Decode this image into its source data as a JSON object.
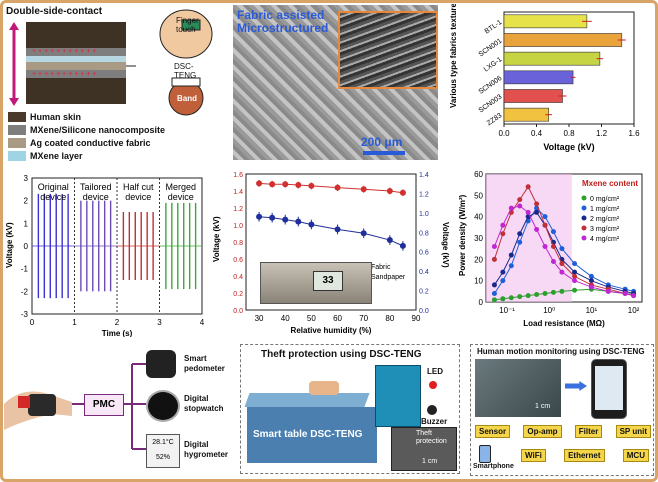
{
  "panel_a": {
    "title": "Double-side-contact",
    "finger_label": "Finger\ntouch",
    "device_label": "DSC-\nTENG",
    "band_label": "Band",
    "legend": [
      "Human skin",
      "MXene/Silicone nanocomposite",
      "Ag coated conductive fabric",
      "MXene layer"
    ],
    "colors": {
      "skin": "#4b3a2c",
      "nanocomposite": "#7e7e7e",
      "fabric": "#a89a84",
      "mxene": "#9fd4e4",
      "arrow": "#c2187a"
    }
  },
  "panel_b": {
    "title": "Fabric assisted\nMicrostructured",
    "scalebar": "200 μm",
    "title_color": "#2a5ad8"
  },
  "chart_c": {
    "type": "bar",
    "categories": [
      "BTL-1",
      "SCN001",
      "LXG-1",
      "SCN006",
      "SCN003",
      "ZZ83"
    ],
    "values": [
      1.02,
      1.45,
      1.18,
      0.85,
      0.72,
      0.55
    ],
    "errors": [
      0.06,
      0.05,
      0.04,
      0.03,
      0.05,
      0.04
    ],
    "colors": [
      "#e6e24a",
      "#e8a43a",
      "#c6d342",
      "#6a62d8",
      "#e25050",
      "#f0c240"
    ],
    "xlabel": "Voltage (kV)",
    "ylabel": "Various type fabrics texture",
    "xticks": [
      "0.0",
      "0.4",
      "0.8",
      "1.2",
      "1.6"
    ],
    "xlim": [
      0,
      1.6
    ]
  },
  "chart_d": {
    "type": "line",
    "ylabel": "Voltage (kV)",
    "xlabel": "Time (s)",
    "xticks": [
      "0",
      "1",
      "2",
      "3",
      "4"
    ],
    "yticks": [
      "3",
      "2",
      "1",
      "0",
      "-1",
      "-2",
      "-3"
    ],
    "ylim": [
      -3,
      3
    ],
    "segments": [
      {
        "name": "Original\ndevice",
        "color": "#3b2fd6",
        "peaks": 6,
        "amplitude": 2.3
      },
      {
        "name": "Tailored\ndevice",
        "color": "#6b4ab8",
        "peaks": 6,
        "amplitude": 2.0
      },
      {
        "name": "Half cut\ndevice",
        "color": "#c03030",
        "peaks": 6,
        "amplitude": 1.5
      },
      {
        "name": "Merged\ndevice",
        "color": "#3aa83a",
        "peaks": 6,
        "amplitude": 1.9
      }
    ]
  },
  "chart_e": {
    "type": "line",
    "xlabel": "Relative humidity (%)",
    "ylabel_left": "Voltage (kV)",
    "ylabel_right": "Voltage (kV)",
    "xticks": [
      "30",
      "40",
      "50",
      "60",
      "70",
      "80",
      "90"
    ],
    "yticks_left": [
      "0.0",
      "0.2",
      "0.4",
      "0.6",
      "0.8",
      "1.0",
      "1.2",
      "1.4",
      "1.6"
    ],
    "yticks_right": [
      "0.0",
      "0.2",
      "0.4",
      "0.6",
      "0.8",
      "1.0",
      "1.2",
      "1.4"
    ],
    "xlim": [
      25,
      90
    ],
    "ylim_left": [
      0,
      1.6
    ],
    "ylim_right": [
      0,
      1.4
    ],
    "x": [
      30,
      35,
      40,
      45,
      50,
      60,
      70,
      80,
      85
    ],
    "series": [
      {
        "name": "Fabric",
        "color": "#d03030",
        "axis": "left",
        "values": [
          1.49,
          1.48,
          1.48,
          1.47,
          1.46,
          1.44,
          1.42,
          1.4,
          1.38
        ],
        "err": 0.04
      },
      {
        "name": "Sandpaper",
        "color": "#1f2f9a",
        "axis": "right",
        "values": [
          0.96,
          0.95,
          0.93,
          0.91,
          0.88,
          0.83,
          0.79,
          0.72,
          0.66
        ],
        "err": 0.05
      }
    ],
    "display": "33"
  },
  "chart_f": {
    "type": "line",
    "xlabel": "Load resistance (MΩ)",
    "ylabel": "Power density (W/m²)",
    "xticks": [
      "10⁻¹",
      "10⁰",
      "10¹",
      "10²"
    ],
    "yticks": [
      "0",
      "10",
      "20",
      "30",
      "40",
      "50",
      "60"
    ],
    "ylim": [
      0,
      60
    ],
    "xlog": [
      -1.5,
      2.2
    ],
    "legend_title": "Mxene content",
    "logx": [
      -1.3,
      -1.1,
      -0.9,
      -0.7,
      -0.5,
      -0.3,
      -0.1,
      0.1,
      0.3,
      0.6,
      1.0,
      1.4,
      1.8,
      2.0
    ],
    "series": [
      {
        "name": "0 mg/cm²",
        "color": "#2ca02c",
        "values": [
          1,
          1.5,
          2,
          2.5,
          3,
          3.5,
          4,
          4.5,
          5,
          5.5,
          6,
          5,
          4,
          3.5
        ]
      },
      {
        "name": "1 mg/cm²",
        "color": "#1f5fd8",
        "values": [
          4,
          10,
          17,
          28,
          38,
          44,
          40,
          33,
          25,
          18,
          12,
          8,
          6,
          5
        ]
      },
      {
        "name": "2 mg/cm²",
        "color": "#1a2a8a",
        "values": [
          8,
          14,
          22,
          32,
          40,
          42,
          36,
          28,
          20,
          14,
          10,
          7,
          5,
          4
        ]
      },
      {
        "name": "3 mg/cm²",
        "color": "#c0303a",
        "values": [
          20,
          32,
          42,
          48,
          54,
          46,
          36,
          26,
          18,
          12,
          8,
          6,
          4,
          3
        ]
      },
      {
        "name": "4 mg/cm²",
        "color": "#c026d3",
        "values": [
          26,
          36,
          44,
          45,
          42,
          34,
          26,
          19,
          14,
          10,
          7,
          5,
          4,
          3
        ]
      }
    ],
    "shade": "#f3c0ef"
  },
  "panel_g": {
    "pmc": "PMC",
    "items": [
      "Smart\npedometer",
      "Digital\nstopwatch",
      "Digital\nhygrometer"
    ],
    "hygro_values": [
      "28.1°C",
      "52%"
    ]
  },
  "panel_h": {
    "title": "Theft protection using DSC-TENG",
    "table_label": "Smart table DSC-TENG",
    "led": "LED",
    "buzzer": "Buzzer",
    "inset": "Theft\nprotection",
    "scale": "1 cm"
  },
  "panel_i": {
    "title": "Human motion monitoring using DSC-TENG",
    "scale": "1 cm",
    "flow_top": [
      "Sensor",
      "Op-amp",
      "Filter",
      "SP unit"
    ],
    "flow_bottom": [
      "WiFi",
      "Ethernet",
      "MCU"
    ],
    "smartphone": "Smartphone"
  }
}
